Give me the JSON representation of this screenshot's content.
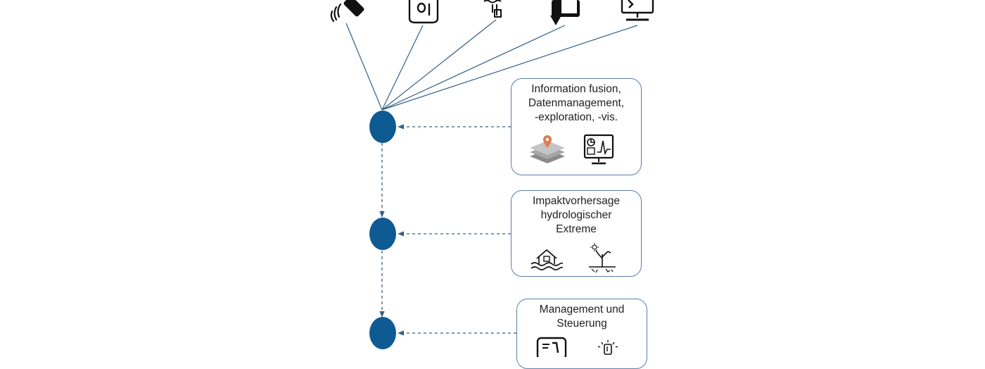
{
  "colors": {
    "node": "#0e5a93",
    "line": "#345f84",
    "box_border": "#5b7fa6",
    "text": "#222222"
  },
  "sources": [
    {
      "icon": "satellite-icon"
    },
    {
      "icon": "rain-gauge-icon"
    },
    {
      "icon": "water-level-sensor-icon"
    },
    {
      "icon": "smartphone-icon"
    },
    {
      "icon": "computer-monitor-icon"
    }
  ],
  "steps": [
    {
      "lines": [
        "Information fusion,",
        "Datenmanagement,",
        "-exploration, -vis."
      ],
      "icons": [
        "map-layers-icon",
        "dashboard-monitor-icon"
      ]
    },
    {
      "lines": [
        "Impaktvorhersage",
        "hydrologischer",
        "Extreme"
      ],
      "icons": [
        "flood-house-icon",
        "drought-tree-icon"
      ]
    },
    {
      "lines": [
        "Management und",
        "Steuerung"
      ],
      "icons": [
        "control-panel-icon",
        "alarm-light-icon"
      ]
    }
  ]
}
